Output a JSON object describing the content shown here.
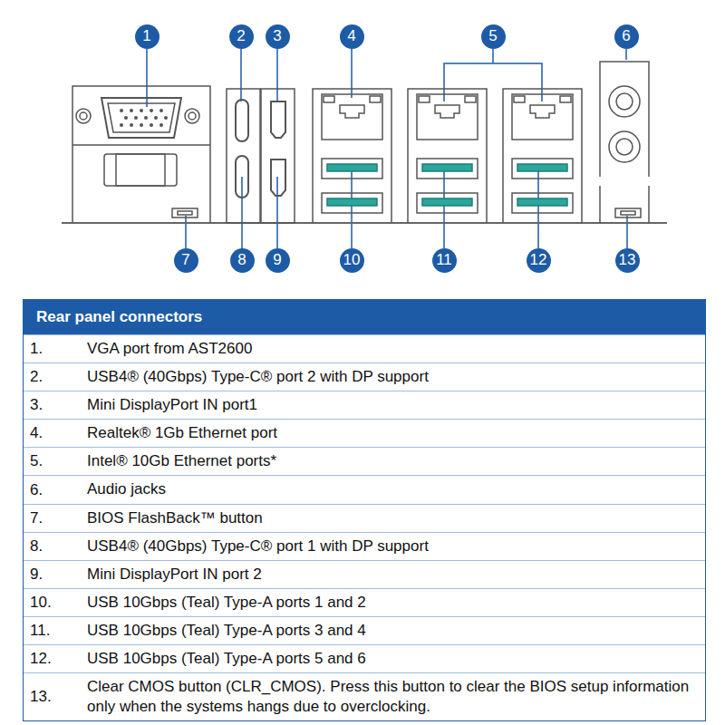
{
  "diagram": {
    "title": "Rear panel connectors",
    "nodes": [
      {
        "text": [
          "1"
        ]
      },
      {
        "text": [
          "2"
        ]
      },
      {
        "text": [
          "3"
        ]
      },
      {
        "text": [
          "4"
        ]
      },
      {
        "text": [
          "5"
        ]
      },
      {
        "text": [
          "6"
        ]
      },
      {
        "text": [
          "7"
        ]
      },
      {
        "text": [
          "8"
        ]
      },
      {
        "text": [
          "9"
        ]
      },
      {
        "text": [
          "10"
        ]
      },
      {
        "text": [
          "11"
        ]
      },
      {
        "text": [
          "12"
        ]
      },
      {
        "text": [
          "13"
        ]
      }
    ],
    "labels": [
      "1.",
      "VGA port from AST2600",
      "2.",
      "USB4® (40Gbps) Type-C® port 2 with DP support",
      "3.",
      "Mini DisplayPort IN port1",
      "4.",
      "Realtek® 1Gb Ethernet port",
      "5.",
      "Intel® 10Gb Ethernet ports*",
      "6.",
      "Audio jacks",
      "7.",
      "BIOS FlashBack™ button",
      "8.",
      "USB4® (40Gbps) Type-C® port 1 with DP support",
      "9.",
      "Mini DisplayPort IN port 2",
      "10.",
      "USB 10Gbps (Teal) Type-A ports 1 and 2",
      "11.",
      "USB 10Gbps (Teal) Type-A ports 3 and 4",
      "12.",
      "USB 10Gbps (Teal) Type-A ports 5 and 6",
      "13.",
      "Clear CMOS button (CLR_CMOS). Press this button to clear the BIOS setup information only when the systems hangs due to overclocking."
    ]
  }
}
